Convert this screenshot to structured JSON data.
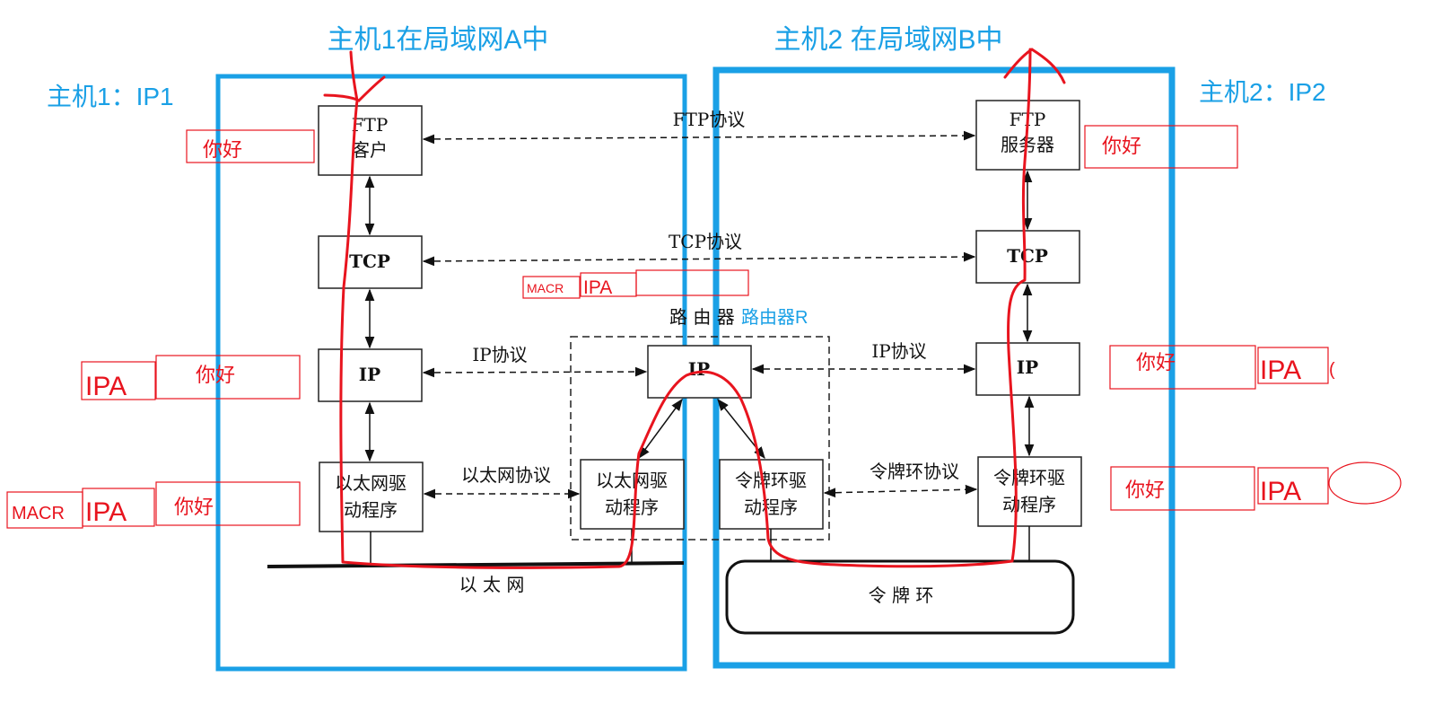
{
  "titles": {
    "lan_a": "主机1在局域网A中",
    "lan_b": "主机2 在局域网B中",
    "host1": "主机1：IP1",
    "host2": "主机2：IP2",
    "router_r": "路由器R"
  },
  "host1_stack": {
    "ftp_client": [
      "FTP",
      "客户"
    ],
    "tcp": "TCP",
    "ip": "IP",
    "eth_driver": [
      "以太网驱",
      "动程序"
    ]
  },
  "router": {
    "label": "路 由 器",
    "ip": "IP",
    "eth_driver": [
      "以太网驱",
      "动程序"
    ],
    "token_driver": [
      "令牌环驱",
      "动程序"
    ]
  },
  "host2_stack": {
    "ftp_server": [
      "FTP",
      "服务器"
    ],
    "tcp": "TCP",
    "ip": "IP",
    "token_driver": [
      "令牌环驱",
      "动程序"
    ]
  },
  "protocols": {
    "ftp": "FTP协议",
    "tcp": "TCP协议",
    "ip_left": "IP协议",
    "ip_right": "IP协议",
    "ethernet": "以太网协议",
    "token_ring": "令牌环协议"
  },
  "networks": {
    "ethernet": "以 太 网",
    "token_ring": "令 牌 环"
  },
  "annotations": {
    "hello": "你好",
    "ipa": "IPA",
    "macr": "MACR",
    "partial": "("
  },
  "colors": {
    "blue": "#1aa0e6",
    "red": "#e8141e",
    "ink": "#111111"
  }
}
